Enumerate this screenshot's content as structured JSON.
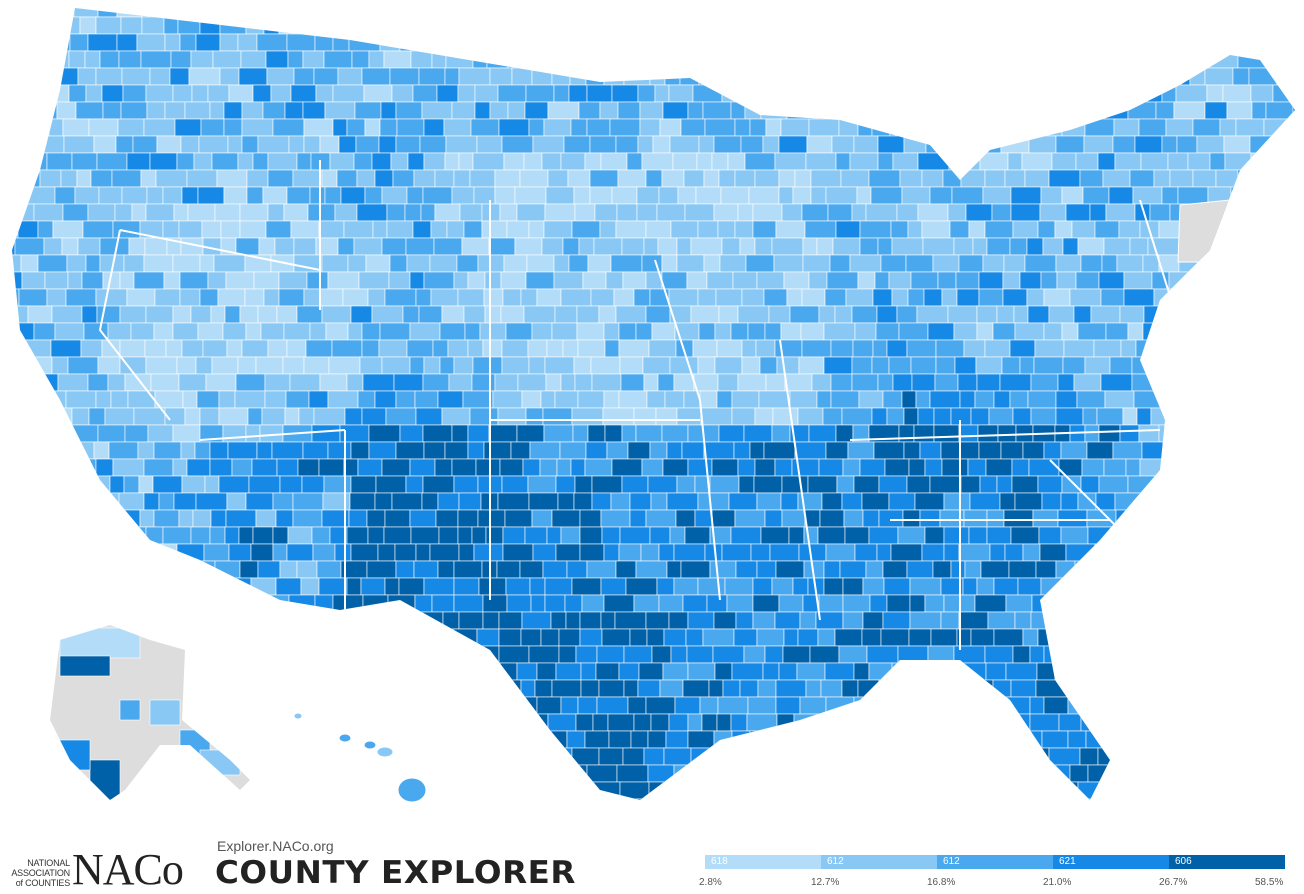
{
  "map": {
    "colors": {
      "class1": "#b3dcf8",
      "class2": "#89c8f4",
      "class3": "#4aa8ef",
      "class4": "#1688e6",
      "class5": "#0060a8",
      "no_data": "#dddddd",
      "border": "#ffffff"
    },
    "regions": [
      "contiguous-us",
      "alaska",
      "hawaii"
    ]
  },
  "branding": {
    "org_small": [
      "NATIONAL",
      "ASSOCIATION",
      "of COUNTIES"
    ],
    "org_big": "NACo",
    "site": "Explorer.NACo.org",
    "app_title": "COUNTY EXPLORER"
  },
  "legend": {
    "counts": [
      "618",
      "612",
      "612",
      "621",
      "606"
    ],
    "ticks": [
      "2.8%",
      "12.7%",
      "16.8%",
      "21.0%",
      "26.7%",
      "58.5%"
    ]
  }
}
